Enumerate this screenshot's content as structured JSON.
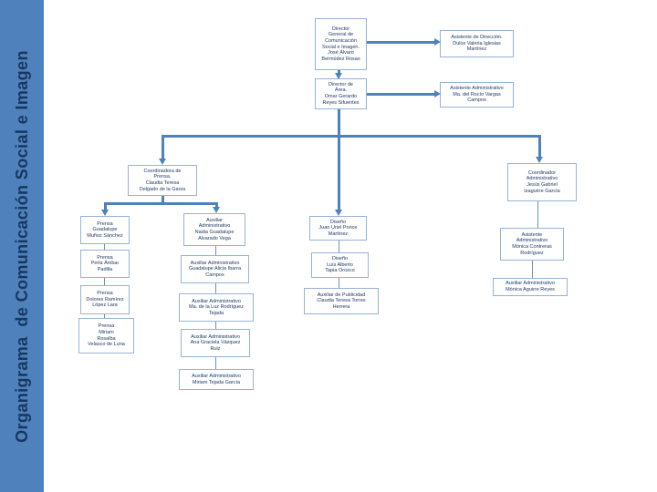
{
  "sidebar": {
    "title": "Organigrama  de Comunicación Social e Imagen"
  },
  "colors": {
    "band": "#4f81bd",
    "connector": "#4f81bd",
    "box_border": "#95b3d7",
    "box_text": "#1f3864"
  },
  "chart": {
    "type": "org-chart",
    "nodes": {
      "director_general": {
        "text": "Director\nGeneral de\nComunicación\nSocial e Imagen.\nJosé Álvaro\nBermúdez Rosas"
      },
      "asistente_direccion": {
        "text": "Asistente de Dirección.\nDulce Valeria Iglesias\nMartínez"
      },
      "director_area": {
        "text": "Director de\nÁrea.\nOmar Gerardo\nReyes Sifuentes"
      },
      "asistente_administrativo": {
        "text": "Asistente Administrativo\nMa. del Rocío Vargas\nCampos"
      },
      "coordinadora_prensa": {
        "text": "Coordinadora de\nPrensa.\nClaudia Teresa\nDelgado de la Garza"
      },
      "coordinador_administrativo": {
        "text": "Coordinador\nAdministrativo\nJesús Gabriel\nIzaguirre García"
      },
      "prensa_1": {
        "text": "Prensa\nGuadalupe\nMuñoz Sánchez"
      },
      "prensa_2": {
        "text": "Prensa\nPerla Ámbar\nPadilla"
      },
      "prensa_3": {
        "text": "Prensa\nDolores Ramírez\nLópez Lara"
      },
      "prensa_4": {
        "text": "Prensa\nMiriam\nRosalba\nVelasco de Luna"
      },
      "auxiliar_1": {
        "text": "Auxiliar\nAdministrativo\nNadia Guadalupe\nAlvarado Vega"
      },
      "auxiliar_2": {
        "text": "Auxiliar Administrativo\nGuadalupe Alicia Ibarra\nCampos"
      },
      "auxiliar_3": {
        "text": "Auxiliar Administrativo\nMa. de la Luz Rodríguez\nTejada"
      },
      "auxiliar_4": {
        "text": "Auxiliar Administrativo\nAna Graciela Vázquez\nRuiz"
      },
      "auxiliar_5": {
        "text": "Auxiliar Administrativo\nMiriam Tejada García"
      },
      "diseno_1": {
        "text": "Diseño\nJuan Uriel Ponce\nMartínez"
      },
      "diseno_2": {
        "text": "Diseño\nLuis Alberto\nTapia Orozco"
      },
      "aux_publicidad": {
        "text": "Auxiliar de Publicidad\nClaudia Teresa Torres\nHerrera"
      },
      "asistente_admin_2": {
        "text": "Asistente\nAdministrativo\nMónica Contreras\nRodríguez"
      },
      "auxiliar_admin_2": {
        "text": "Auxiliar Administrativo\nMónica Aguirre Reyes"
      }
    },
    "edges": [
      [
        "director_general",
        "asistente_direccion"
      ],
      [
        "director_general",
        "director_area"
      ],
      [
        "director_area",
        "asistente_administrativo"
      ],
      [
        "director_area",
        "coordinadora_prensa"
      ],
      [
        "director_area",
        "diseno_1"
      ],
      [
        "director_area",
        "coordinador_administrativo"
      ],
      [
        "coordinadora_prensa",
        "prensa_1"
      ],
      [
        "coordinadora_prensa",
        "auxiliar_1"
      ],
      [
        "prensa_1",
        "prensa_2"
      ],
      [
        "prensa_2",
        "prensa_3"
      ],
      [
        "prensa_3",
        "prensa_4"
      ],
      [
        "auxiliar_1",
        "auxiliar_2"
      ],
      [
        "auxiliar_2",
        "auxiliar_3"
      ],
      [
        "auxiliar_3",
        "auxiliar_4"
      ],
      [
        "auxiliar_4",
        "auxiliar_5"
      ],
      [
        "diseno_1",
        "diseno_2"
      ],
      [
        "diseno_2",
        "aux_publicidad"
      ],
      [
        "coordinador_administrativo",
        "asistente_admin_2"
      ],
      [
        "asistente_admin_2",
        "auxiliar_admin_2"
      ]
    ]
  }
}
